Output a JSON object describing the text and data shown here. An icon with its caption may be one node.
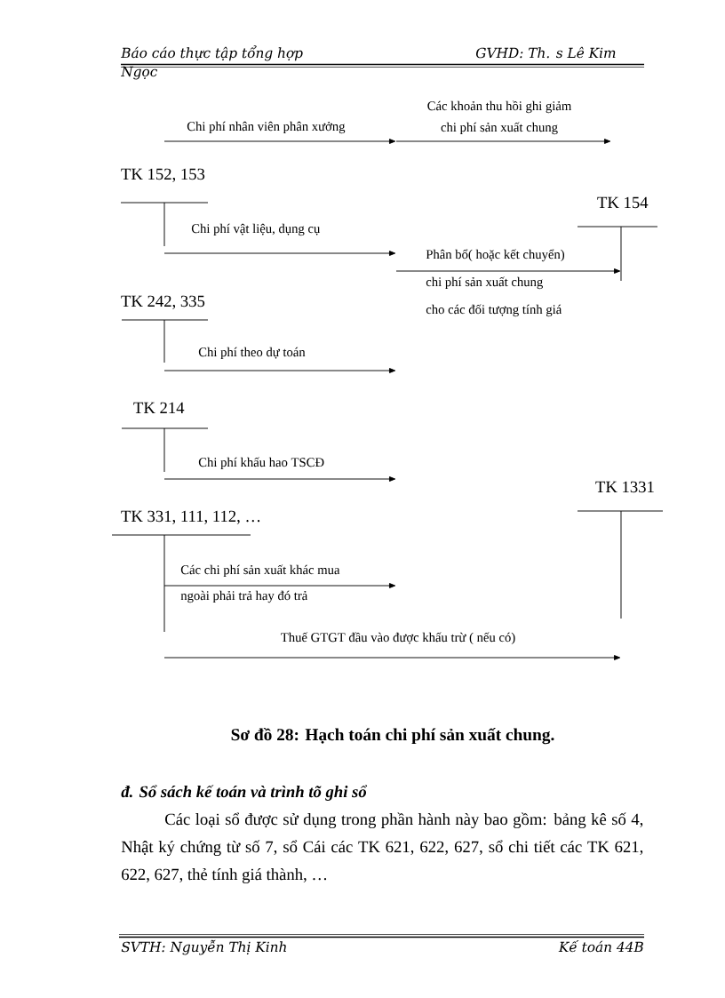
{
  "diagram": {
    "caption": "Sơ đồ 28: Hạch toán chi phí sản xuất chung.",
    "nodes": [
      {
        "text": [
          "TK 152, 153"
        ]
      },
      {
        "text": [
          "TK 154"
        ]
      },
      {
        "text": [
          "TK 242, 335"
        ]
      },
      {
        "text": [
          "TK 214"
        ]
      },
      {
        "text": [
          "TK 1331"
        ]
      },
      {
        "text": [
          "TK 331, 111, 112, …"
        ]
      }
    ],
    "edges": [
      {
        "from": 0,
        "to": null,
        "arrow": "to",
        "label": "Chi phí vật liệu, dụng cụ"
      },
      {
        "from": null,
        "to": 1,
        "arrow": "to",
        "label": "Phân bổ( hoặc kết chuyển) chi phí sản xuất chung cho các đối tượng tính giá"
      },
      {
        "from": 2,
        "to": null,
        "arrow": "to",
        "label": "Chi phí theo dự toán"
      },
      {
        "from": 3,
        "to": null,
        "arrow": "to",
        "label": "Chi phí khấu hao TSCĐ"
      },
      {
        "from": 5,
        "to": null,
        "arrow": "to",
        "label": "Các chi phí sản xuất khác mua ngoài phải trả hay đó trả"
      },
      {
        "from": 5,
        "to": 4,
        "arrow": "to",
        "label": "Thuế GTGT đầu vào được khấu trừ ( nếu có)"
      }
    ],
    "labels": [
      "Báo cáo thực tập tổng hợp",
      "GVHD: Th. s Lê Kim",
      "Ngọc",
      "Chi phí nhân viên phân xưởng",
      "Các khoản thu hồi ghi giảm chi phí sản xuất chung",
      "đ. Sổ sách kế toán và trình tõ ghi sổ",
      "Các loại sổ được sử dụng trong phần hành này bao gồm: bảng kê số 4, Nhật ký chứng từ số 7, sổ Cái các TK 621, 622, 627, sổ chi tiết các TK 621, 622, 627, thẻ tính giá thành, …",
      "SVTH: Nguyễn Thị Kinh",
      "Kế toán 44B"
    ]
  }
}
